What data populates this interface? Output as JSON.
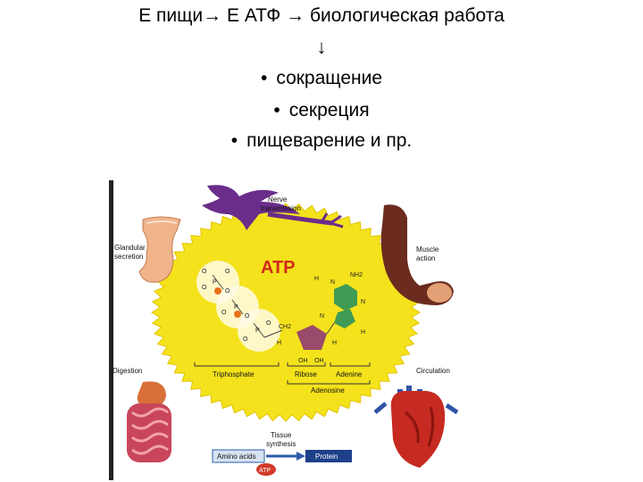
{
  "heading": {
    "line1": "Е пищи→ Е АТФ → биологическая работа",
    "arrow": "↓",
    "bullet": "•",
    "items": [
      "сокращение",
      "секреция",
      "пищеварение и пр."
    ]
  },
  "figure": {
    "center_title": "ATP",
    "labels": {
      "nerve": [
        "Nerve",
        "transmission"
      ],
      "glandular": [
        "Glandular",
        "secretion"
      ],
      "muscle": [
        "Muscle",
        "action"
      ],
      "digestion": "Digestion",
      "circulation": "Circulation",
      "tissue": [
        "Tissue",
        "synthesis"
      ],
      "triphosphate": "Triphosphate",
      "ribose": "Ribose",
      "adenine": "Adenine",
      "adenosine": "Adenosine",
      "amino_acids": "Amino acids",
      "protein": "Protein",
      "atp_small": "ATP"
    },
    "atoms": {
      "P": "P",
      "O": "O",
      "H": "H",
      "N": "N",
      "C": "C",
      "CH2": "CH2",
      "NH2": "NH2",
      "OH": "OH"
    },
    "colors": {
      "burst": "#f4e21c",
      "burst_edge": "#e2c400",
      "phosphate_glow": "#fffbe6",
      "ribose": "#9a4a6a",
      "adenine": "#3f9a54",
      "neuron": "#6a2d8a",
      "arrow_blue": "#2e5aa8"
    }
  }
}
